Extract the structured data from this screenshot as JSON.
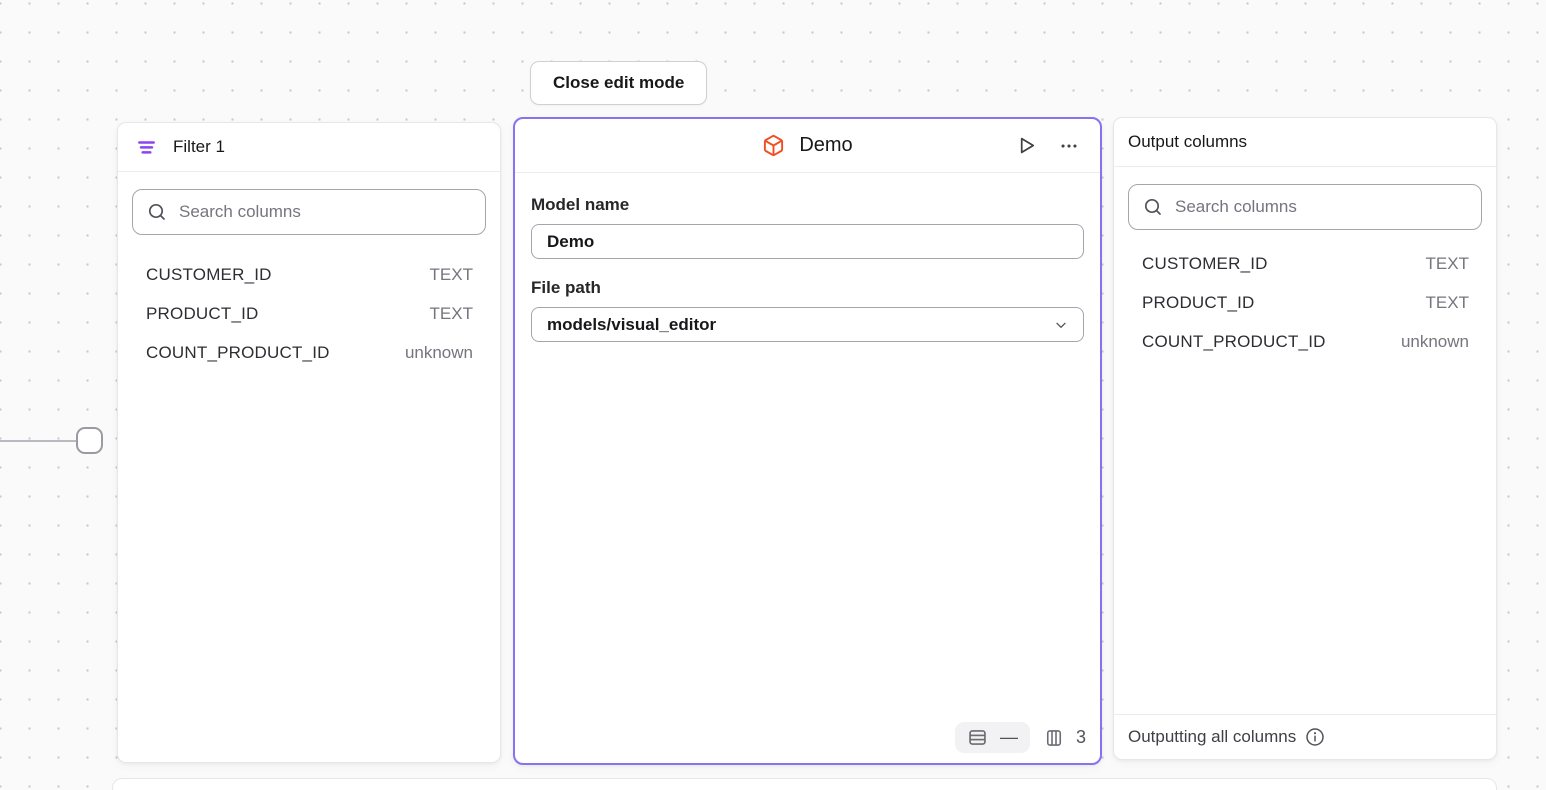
{
  "toolbar": {
    "close_edit_label": "Close edit mode"
  },
  "filter_panel": {
    "title": "Filter 1",
    "search_placeholder": "Search columns",
    "columns": [
      {
        "name": "CUSTOMER_ID",
        "type": "TEXT"
      },
      {
        "name": "PRODUCT_ID",
        "type": "TEXT"
      },
      {
        "name": "COUNT_PRODUCT_ID",
        "type": "unknown"
      }
    ]
  },
  "model_panel": {
    "title": "Demo",
    "model_name_label": "Model name",
    "model_name_value": "Demo",
    "file_path_label": "File path",
    "file_path_value": "models/visual_editor",
    "row_count": "—",
    "column_count": "3"
  },
  "output_panel": {
    "title": "Output columns",
    "search_placeholder": "Search columns",
    "columns": [
      {
        "name": "CUSTOMER_ID",
        "type": "TEXT"
      },
      {
        "name": "PRODUCT_ID",
        "type": "TEXT"
      },
      {
        "name": "COUNT_PRODUCT_ID",
        "type": "unknown"
      }
    ],
    "footer_text": "Outputting all columns"
  },
  "icons": {
    "filter": "filter-lines-icon",
    "cube": "model-cube-icon",
    "play": "run-model-icon",
    "ellipsis": "more-options-icon",
    "search": "search-icon",
    "chevron": "chevron-down-icon",
    "rows": "row-count-icon",
    "columns": "column-count-icon",
    "info": "info-icon"
  },
  "colors": {
    "accent_purple": "#8672f3",
    "filter_icon_purple": "#8b45f0",
    "cube_orange": "#f04e23",
    "canvas_background": "#fafafa",
    "panel_background": "#ffffff",
    "muted_text": "#75757e"
  }
}
